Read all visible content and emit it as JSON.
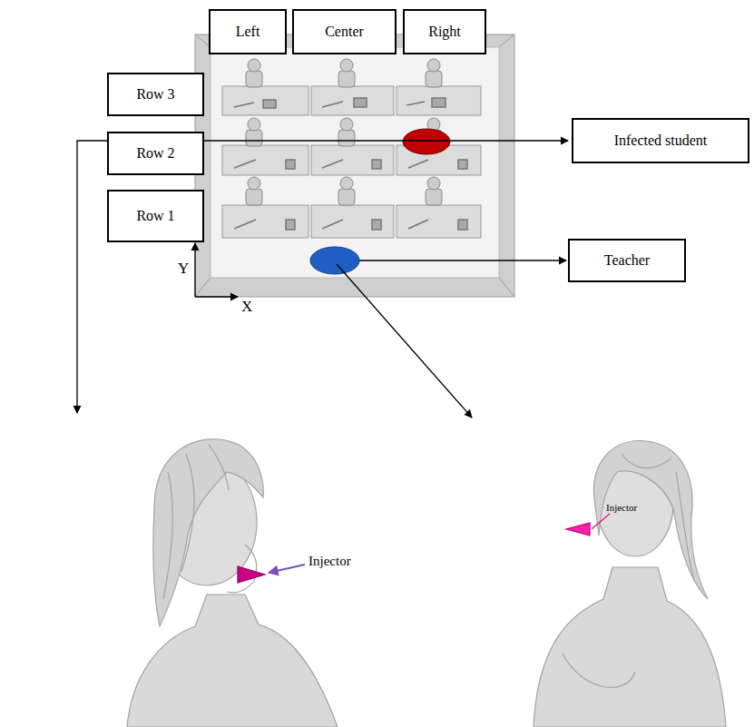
{
  "diagram": {
    "nodes": [
      {
        "text": [
          "Left"
        ]
      },
      {
        "text": [
          "Center"
        ]
      },
      {
        "text": [
          "Right"
        ]
      },
      {
        "text": [
          "Row 3"
        ]
      },
      {
        "text": [
          "Infected student"
        ]
      },
      {
        "text": [
          "Row 2"
        ]
      },
      {
        "text": [
          "Row 1"
        ]
      },
      {
        "text": [
          "Teacher"
        ]
      }
    ],
    "labels": [
      "Y",
      "X",
      "Injector",
      "Injector"
    ]
  }
}
